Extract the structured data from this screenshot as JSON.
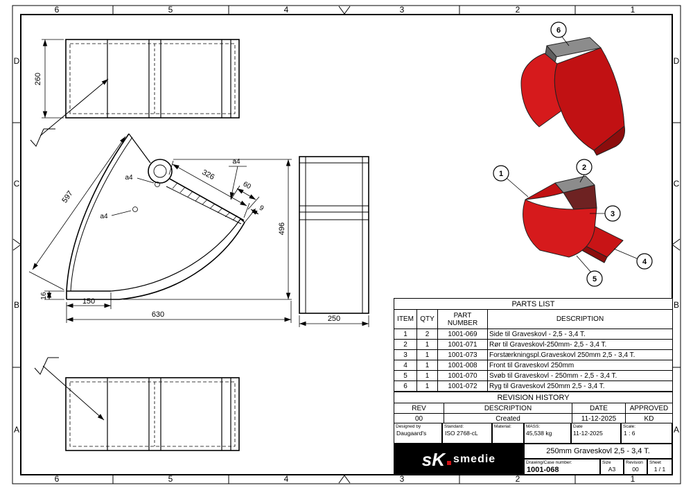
{
  "sheet": {
    "zone_cols": [
      "6",
      "5",
      "4",
      "3",
      "2",
      "1"
    ],
    "zone_rows": [
      "D",
      "C",
      "B",
      "A"
    ]
  },
  "dims": {
    "top_view_width": "260",
    "back_length": "597",
    "plate_length": "326",
    "plate_60": "60",
    "plate_9": "9",
    "height": "496",
    "lip_16": "16",
    "bottom_150": "150",
    "bottom_630": "630",
    "front_width": "250",
    "weld_a4_top": "a4",
    "weld_a4_left_lower": "a4",
    "weld_a4_left_upper": "a4"
  },
  "balloons": {
    "b1": "1",
    "b2": "2",
    "b3": "3",
    "b4": "4",
    "b5": "5",
    "b6": "6"
  },
  "colors": {
    "bucket_red": "#d01216",
    "bucket_red_shade": "#c11113",
    "bucket_dark_red": "#8c0d0d",
    "steel_gray": "#8c8c8c",
    "line": "#000000"
  },
  "parts_list": {
    "title": "PARTS LIST",
    "headers": [
      "ITEM",
      "QTY",
      "PART NUMBER",
      "DESCRIPTION"
    ],
    "rows": [
      {
        "item": "1",
        "qty": "2",
        "part": "1001-069",
        "desc": "Side til Graveskovl - 2,5 - 3,4 T."
      },
      {
        "item": "2",
        "qty": "1",
        "part": "1001-071",
        "desc": "Rør til Graveskovl-250mm- 2,5 - 3,4 T."
      },
      {
        "item": "3",
        "qty": "1",
        "part": "1001-073",
        "desc": "Forstærkningspl.Graveskovl 250mm 2,5 - 3,4 T."
      },
      {
        "item": "4",
        "qty": "1",
        "part": "1001-008",
        "desc": "Front til Graveskovl 250mm"
      },
      {
        "item": "5",
        "qty": "1",
        "part": "1001-070",
        "desc": "Svøb til Graveskovl - 250mm - 2,5 - 3,4 T."
      },
      {
        "item": "6",
        "qty": "1",
        "part": "1001-072",
        "desc": "Ryg til Graveskovl 250mm 2,5 - 3,4 T."
      }
    ]
  },
  "revision_history": {
    "title": "REVISION HISTORY",
    "headers": [
      "REV",
      "DESCRIPTION",
      "DATE",
      "APPROVED"
    ],
    "rows": [
      {
        "rev": "00",
        "description": "Created",
        "date": "11-12-2025",
        "approved": "KD"
      }
    ]
  },
  "title_block": {
    "designed_by_label": "Designed by",
    "designed_by": "Daugaard's",
    "standard_label": "Standard:",
    "standard": "ISO 2768-cL",
    "material_label": "Material:",
    "mass_label": "MASS:",
    "mass": "45,538 kg",
    "date_label": "Date",
    "date": "11-12-2025",
    "scale_label": "Scale:",
    "scale": "1 : 6",
    "title": "250mm Graveskovl 2,5 - 3,4 T.",
    "drawing_number_label": "Drawing/Case number:",
    "drawing_number": "1001-068",
    "size_label": "Size",
    "size": "A3",
    "revision_label": "Revision",
    "revision": "00",
    "sheet_label": "Sheet",
    "sheet": "1 / 1",
    "logo_mark": "sK",
    "logo_text": "smedie"
  }
}
